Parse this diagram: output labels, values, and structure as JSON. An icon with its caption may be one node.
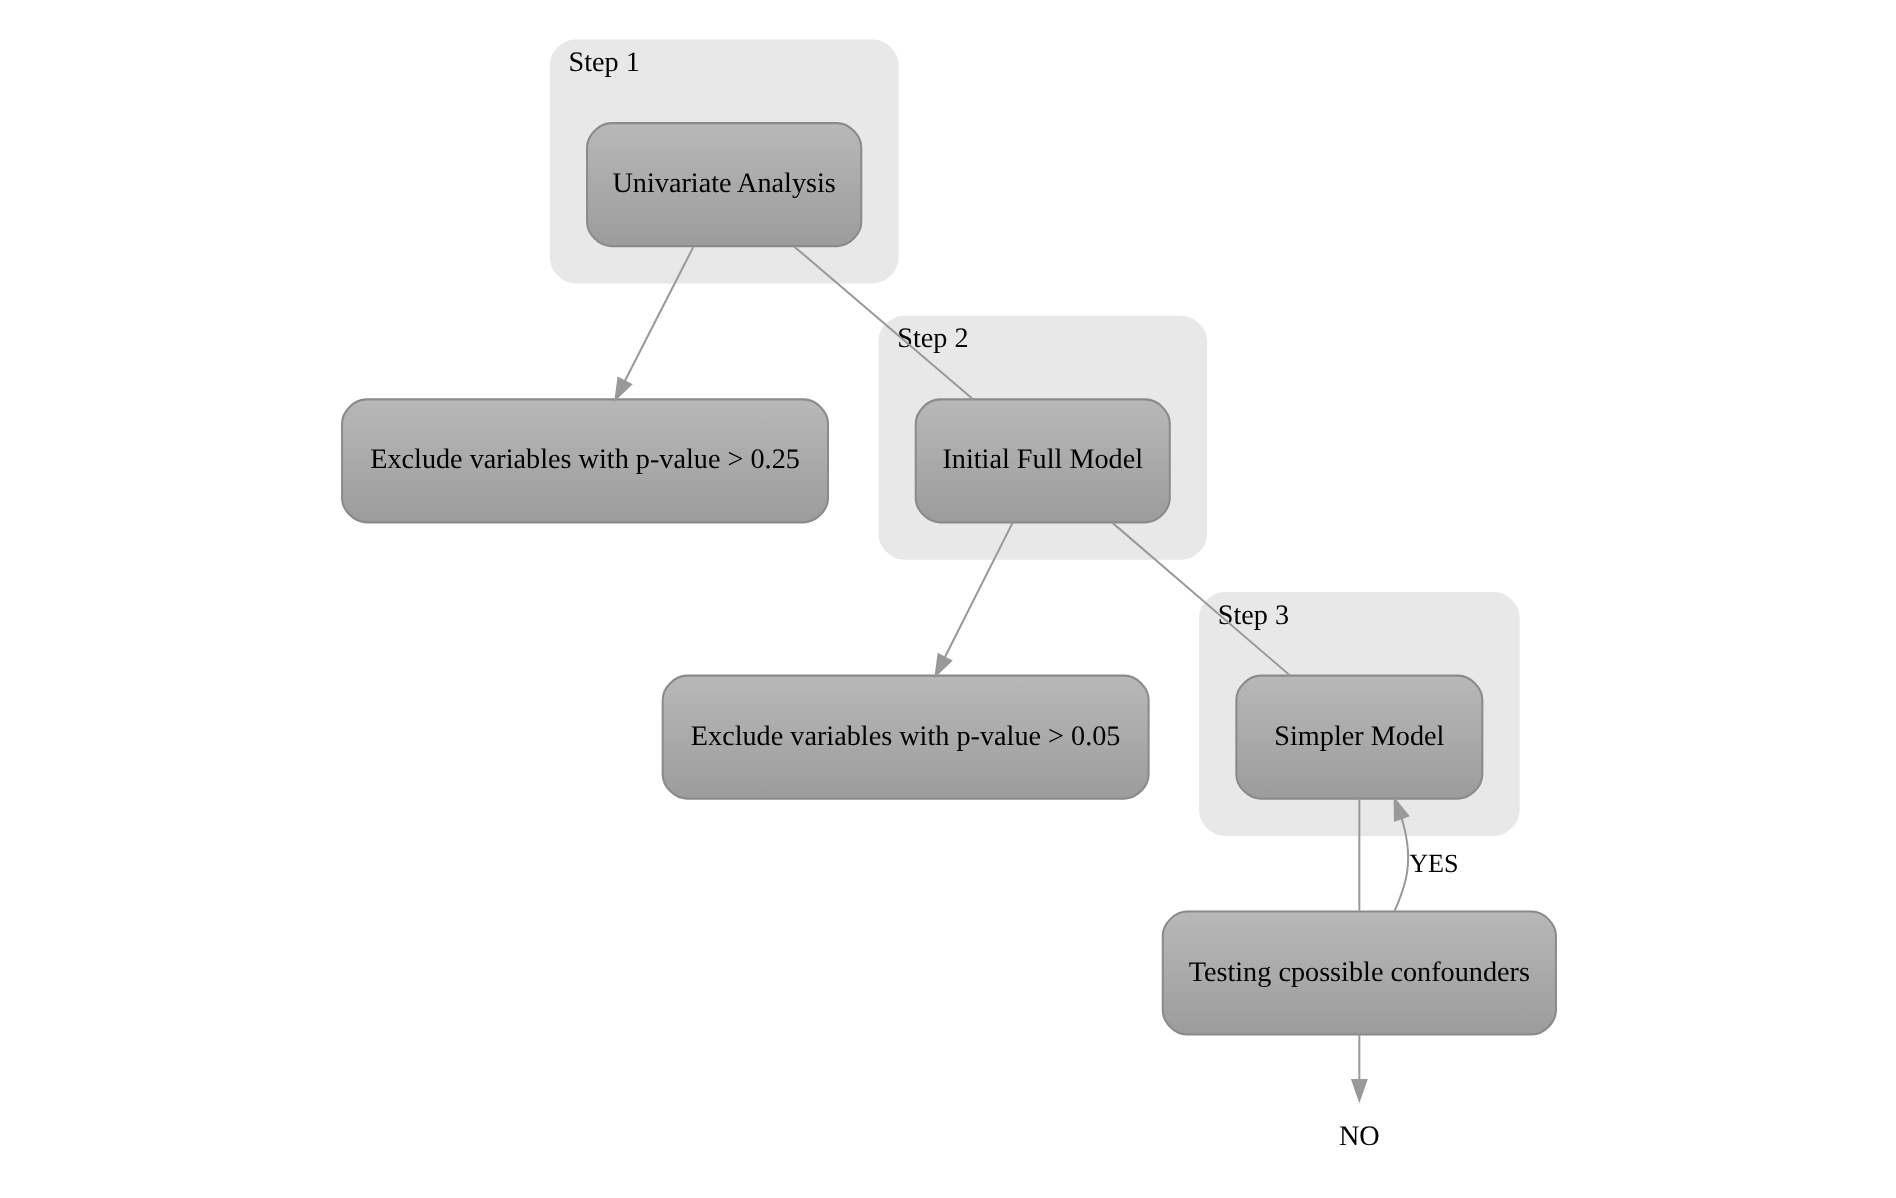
{
  "diagram": {
    "nodes": [
      {
        "text": [
          "Step 1"
        ]
      },
      {
        "text": [
          "Univariate Analysis"
        ],
        "in": 0
      },
      {
        "text": [
          "Exclude variables with p-value > 0.25"
        ]
      },
      {
        "text": [
          "Step 2"
        ]
      },
      {
        "text": [
          "Initial Full Model"
        ],
        "in": 3
      },
      {
        "text": [
          "Exclude variables with p-value > 0.05"
        ]
      },
      {
        "text": [
          "Step 3"
        ]
      },
      {
        "text": [
          "Simpler Model"
        ],
        "in": 6
      },
      {
        "text": [
          "Testing cpossible confounders"
        ]
      },
      {
        "text": [
          "NO"
        ]
      }
    ],
    "edges": [
      {
        "from": 1,
        "to": 4,
        "arrow": "none"
      },
      {
        "from": 1,
        "to": 2,
        "arrow": "to"
      },
      {
        "from": 4,
        "to": 7,
        "arrow": "none"
      },
      {
        "from": 4,
        "to": 5,
        "arrow": "to"
      },
      {
        "from": 7,
        "to": 8,
        "arrow": "none"
      },
      {
        "from": 8,
        "to": 7,
        "arrow": "to",
        "label": "YES"
      },
      {
        "from": 8,
        "to": 9,
        "arrow": "to"
      }
    ]
  }
}
